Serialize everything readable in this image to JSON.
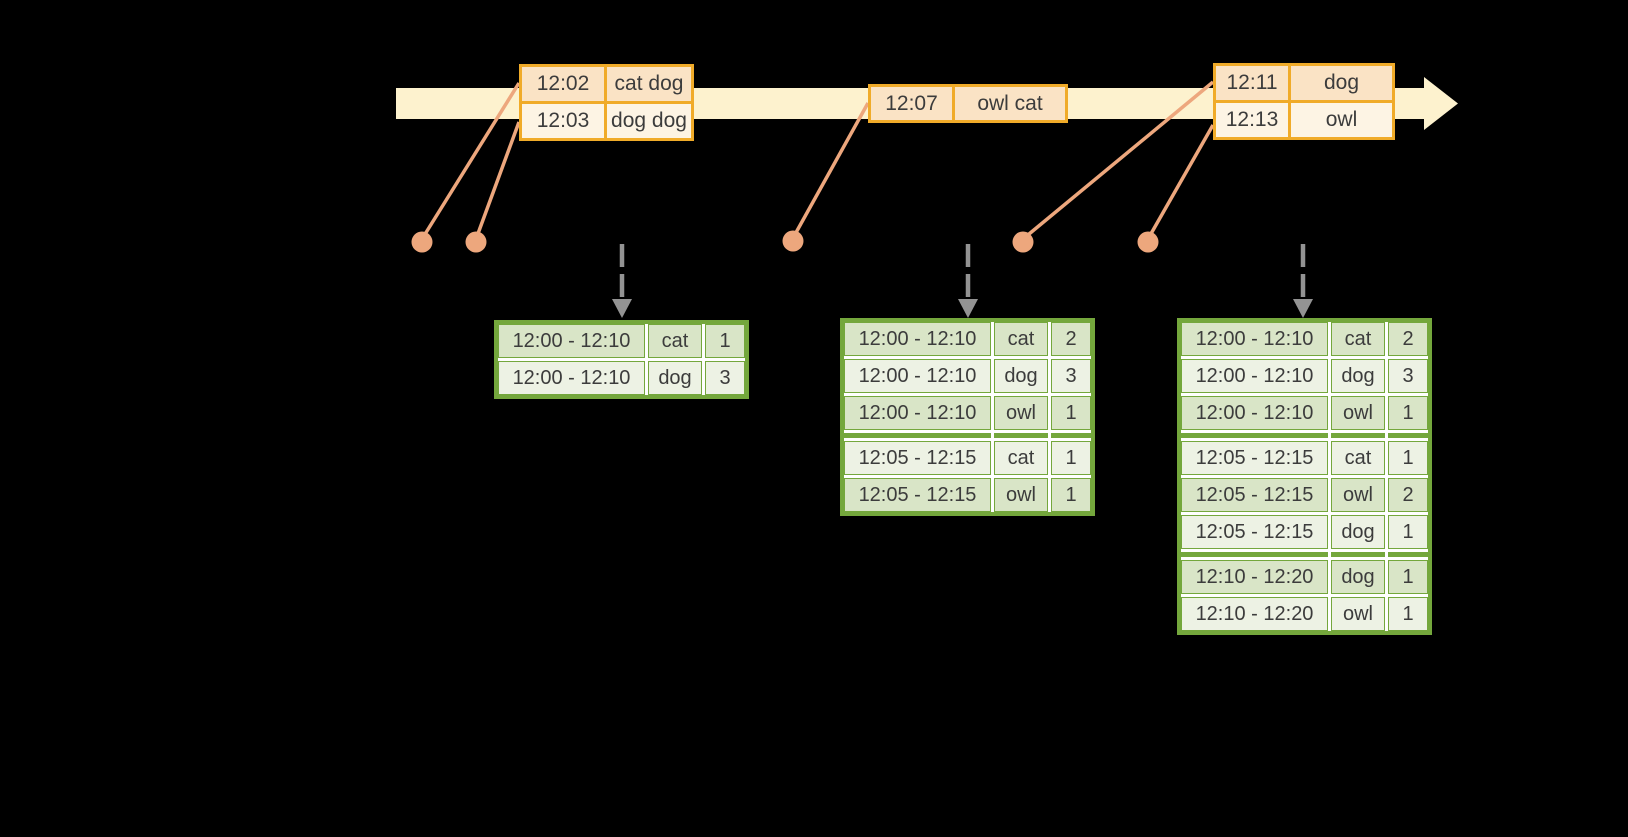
{
  "title": "Windowed grouped aggregation streaming diagram",
  "colors": {
    "background": "#000000",
    "timeline_band": "#FDF2CE",
    "event_table_border": "#F0AB29",
    "event_row_dark": "#FAE3C5",
    "event_row_light": "#FDF4E4",
    "connector": "#EDA77D",
    "result_table_border": "#74A73C",
    "result_row_dark": "#D9E5C7",
    "result_row_light": "#EDF2E4",
    "trigger_arrow": "#939393",
    "text": "#3C3C3C"
  },
  "icons": {
    "timeline_arrowhead": "timeline-arrowhead-icon",
    "event_dot": "event-dot-icon",
    "trigger_arrow": "trigger-arrow-icon"
  },
  "event_tables": [
    {
      "rows": [
        {
          "time": "12:02",
          "words": "cat dog"
        },
        {
          "time": "12:03",
          "words": "dog dog"
        }
      ]
    },
    {
      "rows": [
        {
          "time": "12:07",
          "words": "owl cat"
        }
      ]
    },
    {
      "rows": [
        {
          "time": "12:11",
          "words": "dog"
        },
        {
          "time": "12:13",
          "words": "owl"
        }
      ]
    }
  ],
  "result_tables": [
    {
      "rows": [
        {
          "window": "12:00 - 12:10",
          "word": "cat",
          "count": "1"
        },
        {
          "window": "12:00 - 12:10",
          "word": "dog",
          "count": "3"
        }
      ]
    },
    {
      "rows": [
        {
          "window": "12:00 - 12:10",
          "word": "cat",
          "count": "2"
        },
        {
          "window": "12:00 - 12:10",
          "word": "dog",
          "count": "3"
        },
        {
          "window": "12:00 - 12:10",
          "word": "owl",
          "count": "1"
        },
        {
          "window": "12:05 - 12:15",
          "word": "cat",
          "count": "1"
        },
        {
          "window": "12:05 - 12:15",
          "word": "owl",
          "count": "1"
        }
      ]
    },
    {
      "rows": [
        {
          "window": "12:00 - 12:10",
          "word": "cat",
          "count": "2"
        },
        {
          "window": "12:00 - 12:10",
          "word": "dog",
          "count": "3"
        },
        {
          "window": "12:00 - 12:10",
          "word": "owl",
          "count": "1"
        },
        {
          "window": "12:05 - 12:15",
          "word": "cat",
          "count": "1"
        },
        {
          "window": "12:05 - 12:15",
          "word": "owl",
          "count": "2"
        },
        {
          "window": "12:05 - 12:15",
          "word": "dog",
          "count": "1"
        },
        {
          "window": "12:10 - 12:20",
          "word": "dog",
          "count": "1"
        },
        {
          "window": "12:10 - 12:20",
          "word": "owl",
          "count": "1"
        }
      ]
    }
  ]
}
